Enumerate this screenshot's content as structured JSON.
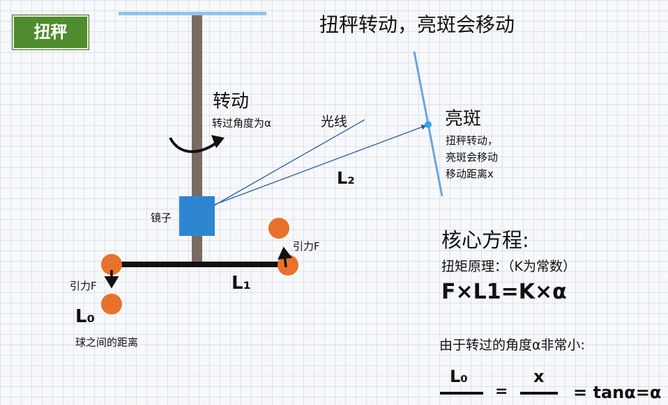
{
  "tag": "扭秤",
  "title": "扭秤转动，亮斑会移动",
  "rotation": {
    "heading": "转动",
    "note": "转过角度为α"
  },
  "light_ray": "光线",
  "mirror": "镜子",
  "spot": {
    "heading": "亮斑",
    "lines": [
      "扭秤转动，",
      "亮斑会移动",
      "移动距离x"
    ]
  },
  "labels": {
    "L2": "L₂",
    "L1": "L₁",
    "L0": "L₀",
    "force_left": "引力F",
    "force_right": "引力F",
    "ball_distance": "球之间的距离"
  },
  "equation": {
    "heading": "核心方程:",
    "principle": "扭矩原理：（K为常数）",
    "formula": "F×L1=K×α",
    "small_angle": "由于转过的角度α非常小:",
    "frac1_num": "L₀",
    "frac2_num": "x",
    "eq1": "=",
    "eq2": "= tanα=α"
  },
  "colors": {
    "tag_bg": "#4e8c2e",
    "rod": "#7a6a62",
    "top_bar": "#8fc3e8",
    "mirror": "#2f86d0",
    "ball": "#e8722c",
    "ray": "#2a5e9e",
    "screen": "#6aa6dc"
  }
}
